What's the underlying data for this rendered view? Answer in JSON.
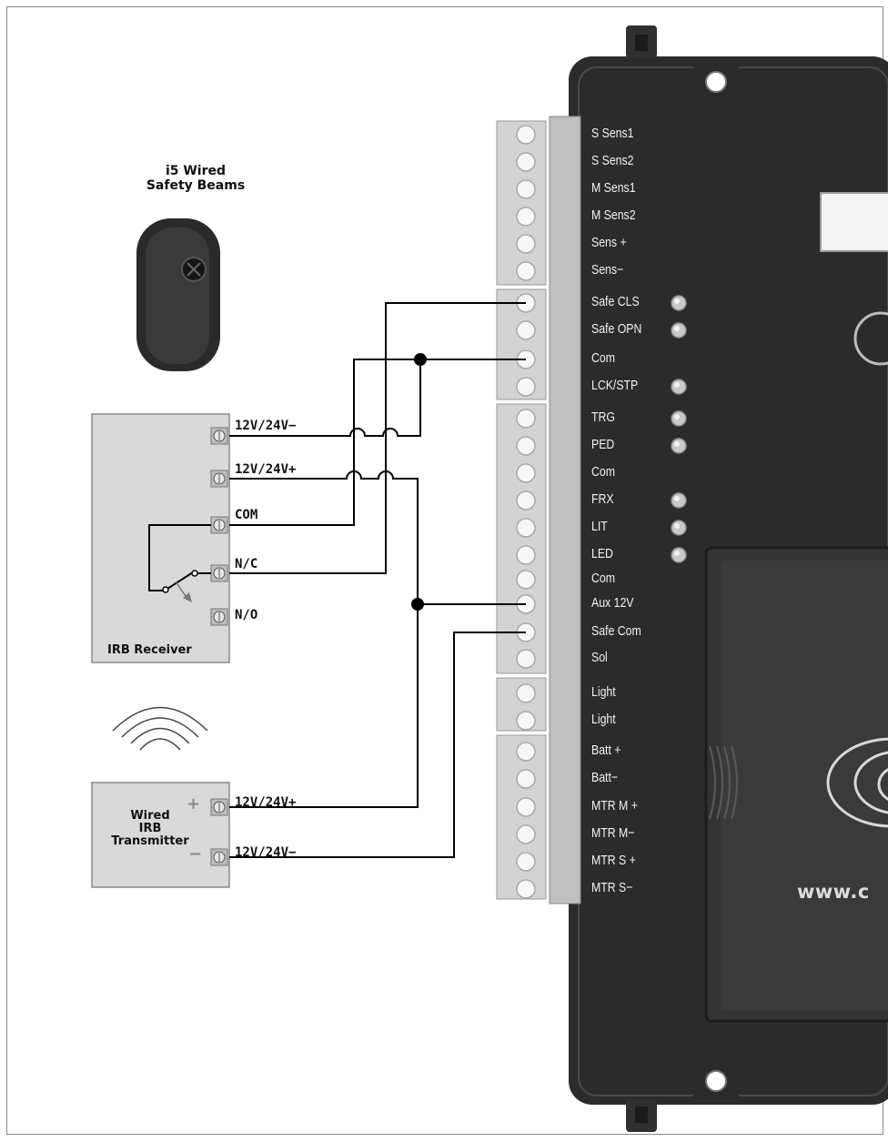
{
  "beam": {
    "title_line1": "i5 Wired",
    "title_line2": "Safety Beams"
  },
  "receiver": {
    "caption": "IRB Receiver",
    "terminals": [
      "12V/24V−",
      "12V/24V+",
      "COM",
      "N/C",
      "N/O"
    ]
  },
  "transmitter": {
    "caption_line1": "Wired",
    "caption_line2": "IRB",
    "caption_line3": "Transmitter",
    "plus_sign": "+",
    "minus_sign": "−",
    "terminals": [
      "12V/24V+",
      "12V/24V−"
    ]
  },
  "controller": {
    "url": "www.c",
    "terminals": [
      "S Sens1",
      "S Sens2",
      "M Sens1",
      "M Sens2",
      "Sens +",
      "Sens−",
      "Safe CLS",
      "Safe OPN",
      "Com",
      "LCK/STP",
      "TRG",
      "PED",
      "Com",
      "FRX",
      "LIT",
      "LED",
      "Com",
      "Aux 12V",
      "Safe Com",
      "Sol",
      "Light",
      "Light",
      "Batt +",
      "Batt−",
      "MTR M +",
      "MTR M−",
      "MTR S +",
      "MTR S−"
    ]
  },
  "colors": {
    "board": "#2b2b2b",
    "terminal_strip": "#d3d3d3",
    "module_box": "#d9d9d9",
    "wire": "#000000"
  }
}
